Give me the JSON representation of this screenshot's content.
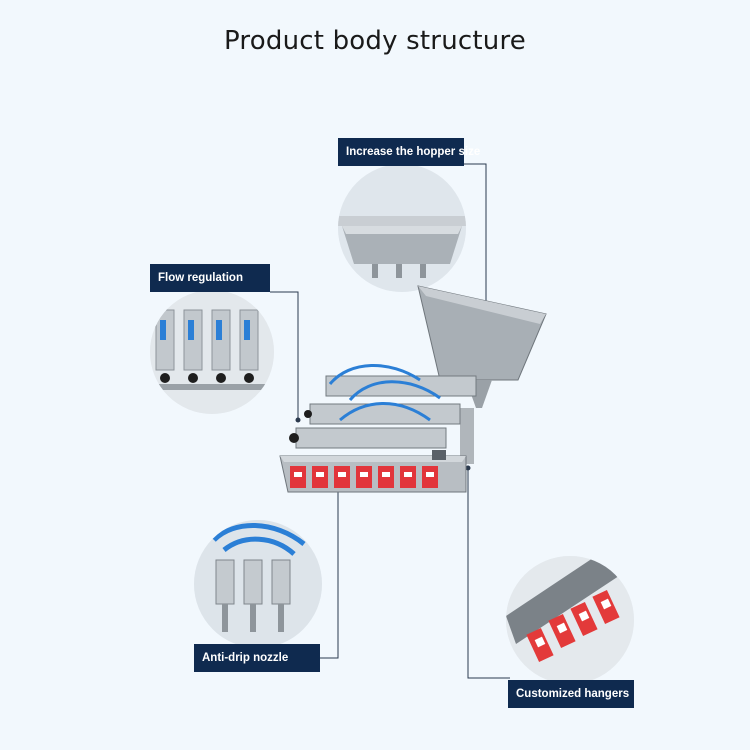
{
  "title": "Product body structure",
  "callouts": {
    "hopper": "Increase the hopper size",
    "flow": "Flow regulation",
    "nozzle": "Anti-drip nozzle",
    "hangers": "Customized hangers"
  },
  "colors": {
    "background": "#f2f8fd",
    "label_bg": "#0f2a4f",
    "label_text": "#ffffff",
    "steel": "#b9bfc4",
    "tube_blue": "#2b7fd6"
  }
}
